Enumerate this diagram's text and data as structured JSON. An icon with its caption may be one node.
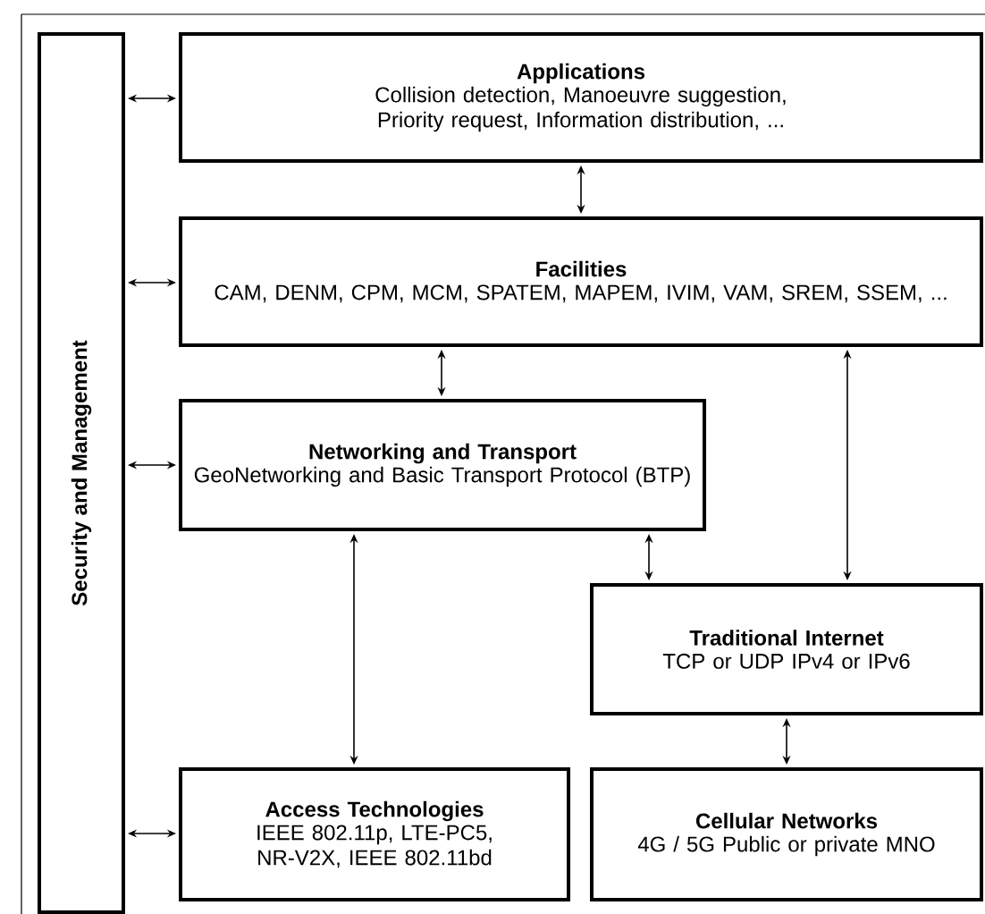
{
  "diagram": {
    "nodes": [
      {
        "text": [
          "Security and Management"
        ]
      },
      {
        "text": [
          "Applications",
          "Collision detection, Manoeuvre suggestion, Priority request, Information distribution, ..."
        ]
      },
      {
        "text": [
          "Facilities",
          "CAM, DENM, CPM, MCM, SPATEM, MAPEM, IVIM, VAM, SREM, SSEM,  ..."
        ]
      },
      {
        "text": [
          "Networking and Transport",
          "GeoNetworking and Basic Transport Protocol (BTP)"
        ]
      },
      {
        "text": [
          "Traditional Internet",
          "TCP or UDP IPv4 or IPv6"
        ]
      },
      {
        "text": [
          "Access Technologies",
          "IEEE 802.11p, LTE-PC5, NR-V2X, IEEE 802.11bd"
        ]
      },
      {
        "text": [
          "Cellular Networks",
          "4G / 5G Public or private MNO"
        ]
      }
    ],
    "edges": [
      {
        "from": 0,
        "to": 1,
        "arrow": "both"
      },
      {
        "from": 0,
        "to": 2,
        "arrow": "both"
      },
      {
        "from": 0,
        "to": 3,
        "arrow": "both"
      },
      {
        "from": 0,
        "to": 5,
        "arrow": "both"
      },
      {
        "from": 1,
        "to": 2,
        "arrow": "both"
      },
      {
        "from": 2,
        "to": 3,
        "arrow": "both"
      },
      {
        "from": 2,
        "to": 4,
        "arrow": "both"
      },
      {
        "from": 3,
        "to": 4,
        "arrow": "both"
      },
      {
        "from": 3,
        "to": 5,
        "arrow": "both"
      },
      {
        "from": 4,
        "to": 6,
        "arrow": "both"
      }
    ]
  }
}
